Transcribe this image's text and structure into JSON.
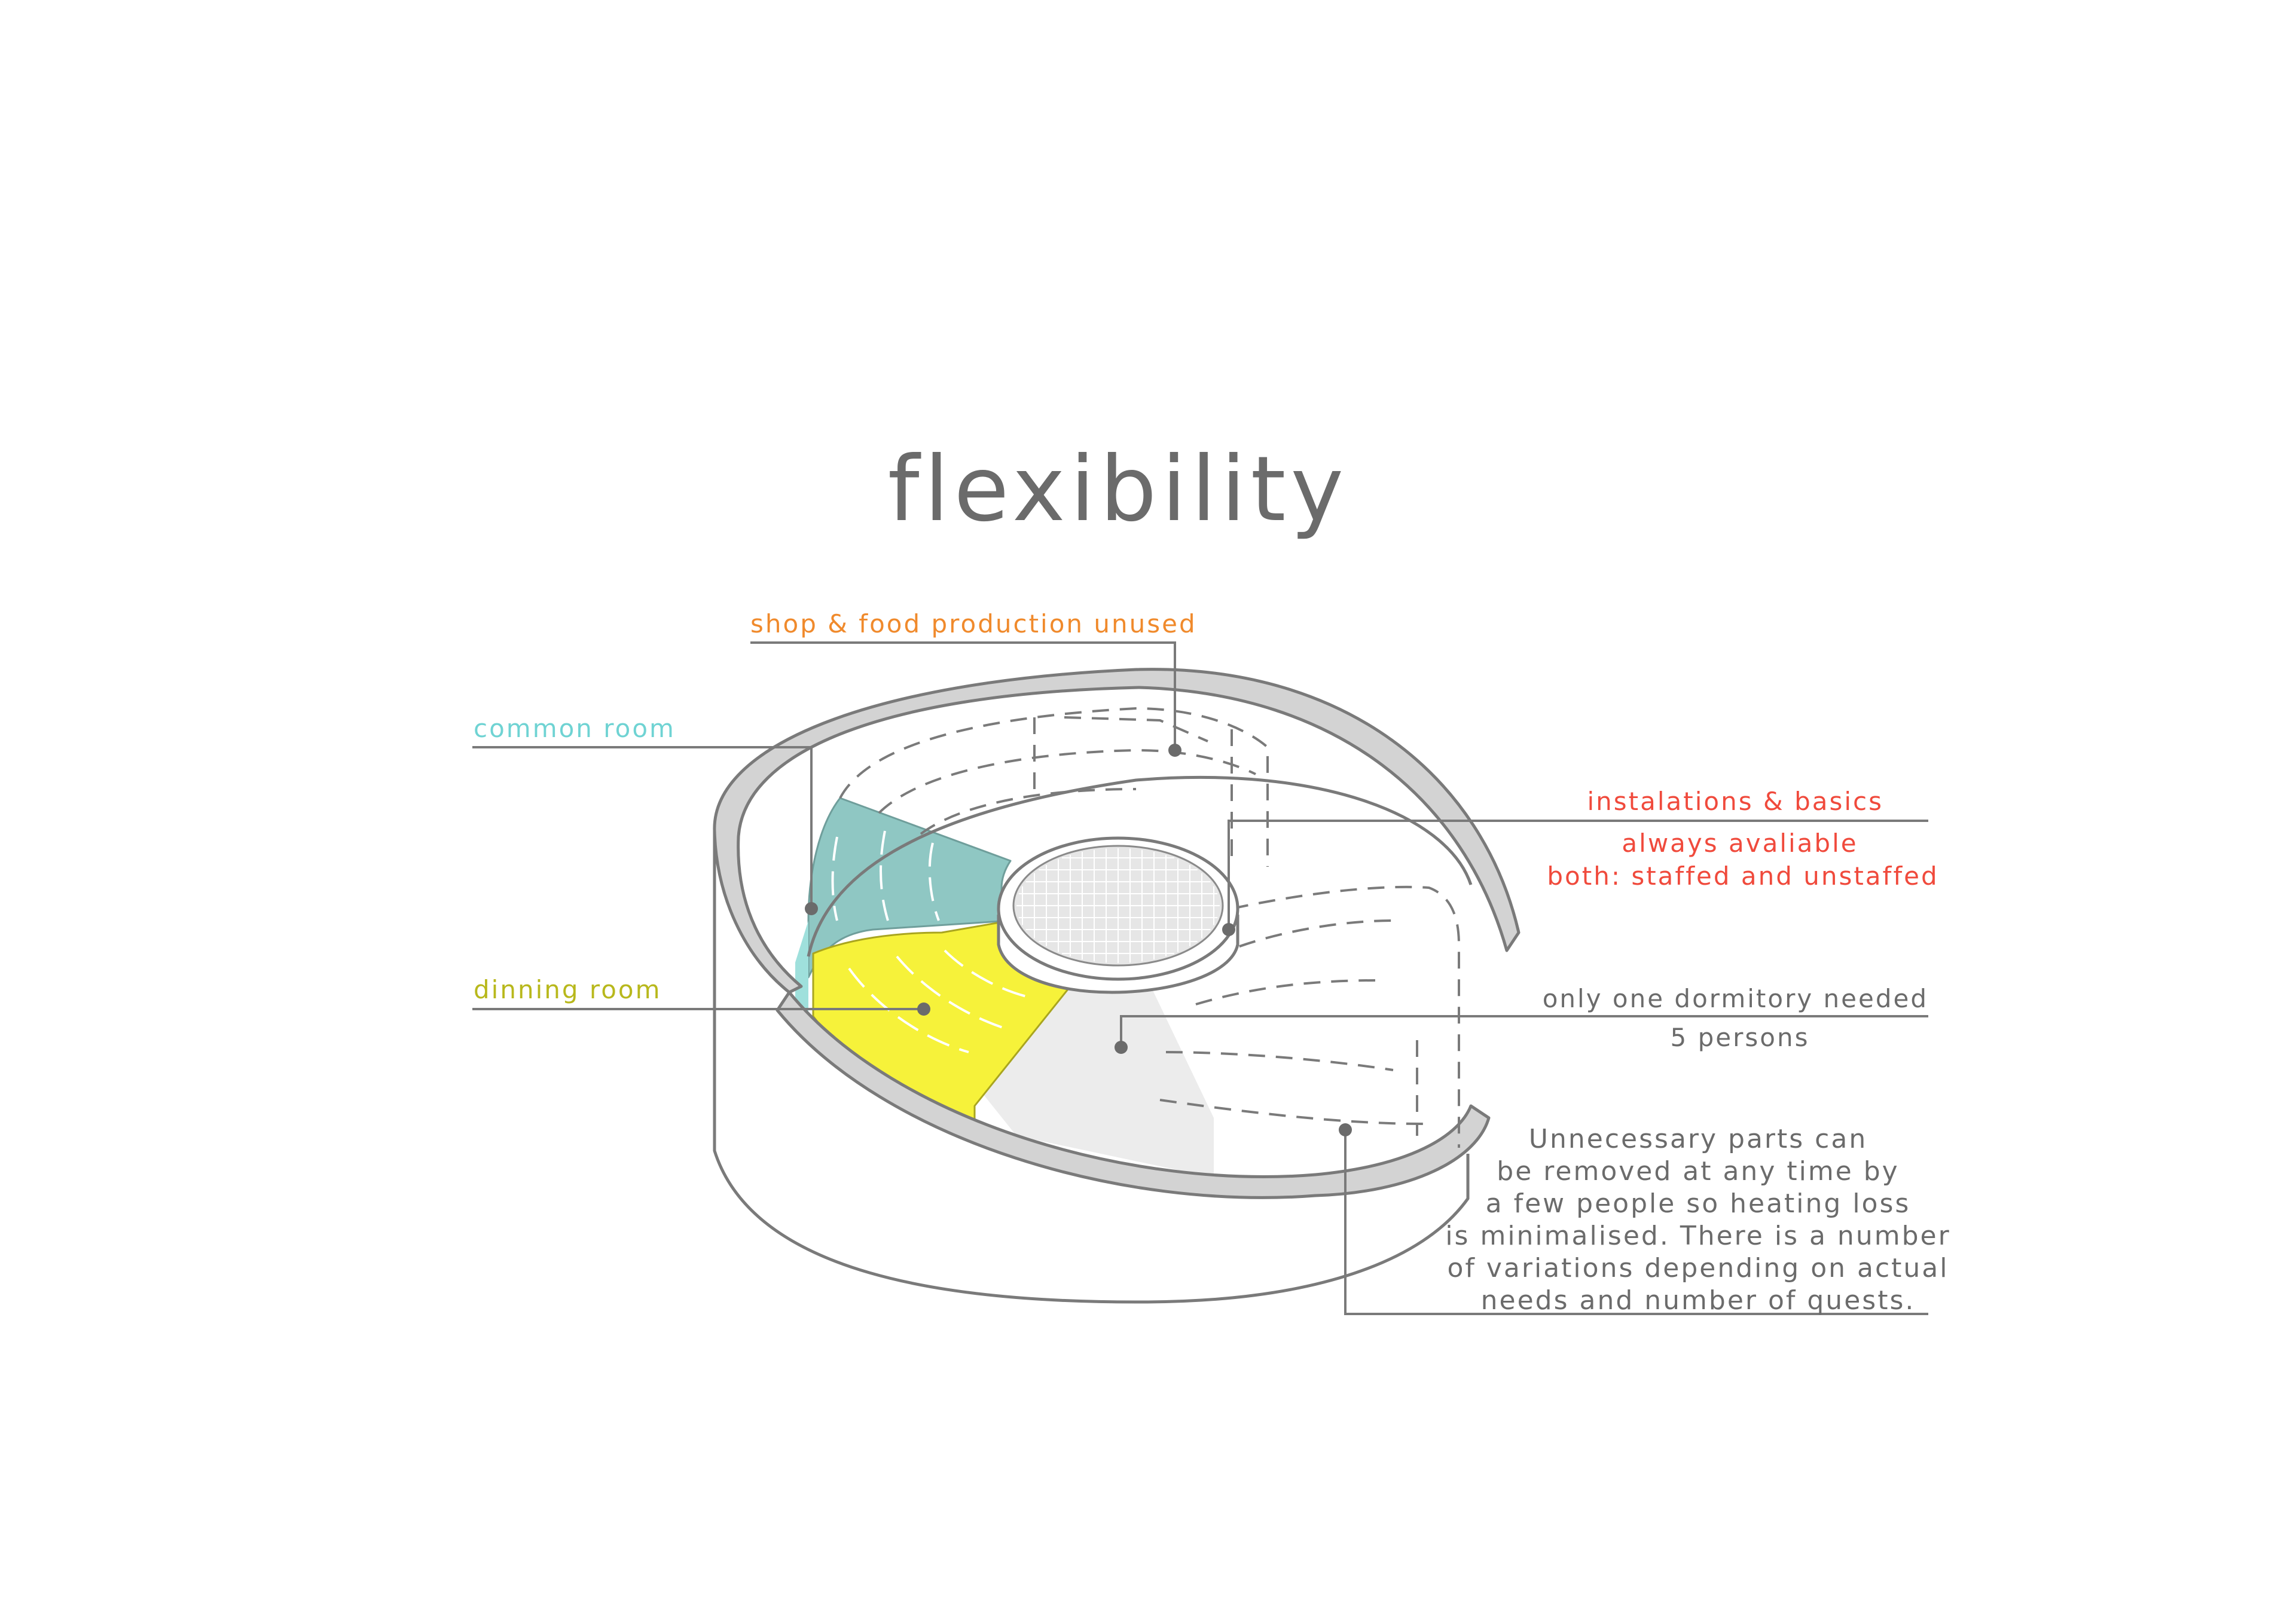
{
  "title": "flexibility",
  "labels": {
    "shop": "shop & food production unused",
    "common": "common room",
    "dinning": "dinning room",
    "installations_title": "instalations  & basics",
    "installations_line1": "always avaliable",
    "installations_line2": "both: staffed and unstaffed",
    "dormitory_title": "only one dormitory needed",
    "dormitory_sub": "5 persons",
    "note_lines": [
      "Unnecessary parts can",
      "be removed at any time by",
      "a few people so heating loss",
      "is minimalised. There is a number",
      "of variations depending on actual",
      "needs and number of quests."
    ]
  },
  "colors": {
    "title": "#6b6b6b",
    "shop": "#f08a2c",
    "common": "#6fd3d3",
    "dinning": "#b8b81c",
    "installations": "#f04a3c",
    "gray_text": "#6b6b6b",
    "outline": "#7a7a7a",
    "wall_fill": "#d3d3d3",
    "common_fill": "#8fc7c3",
    "dinning_fill": "#f6f23a",
    "dorm_fill": "#ececec"
  }
}
